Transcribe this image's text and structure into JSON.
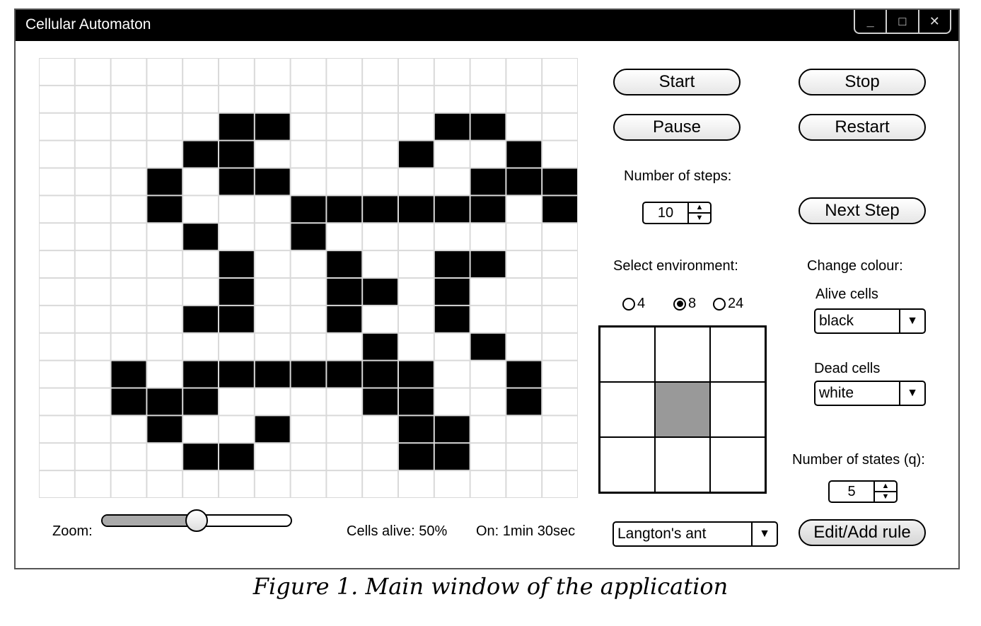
{
  "window": {
    "title": "Cellular Automaton",
    "controls": {
      "minimize": "_",
      "maximize": "□",
      "close": "✕"
    }
  },
  "grid": {
    "rows": 16,
    "cols": 15,
    "alive": [
      "...............",
      "...............",
      ".....##....##..",
      "....##....#..#.",
      "...#.##.....###",
      "...#...######.#",
      "....#..#.......",
      ".....#..#..##..",
      ".....#..##.#...",
      "....##..#..#...",
      ".........#..#..",
      "..#.#######..#.",
      "..###....##..#.",
      "...#..#...##...",
      "....##....##...",
      "..............."
    ],
    "alive_color": "#000000",
    "dead_color": "#ffffff",
    "line_color": "#d9d9d9"
  },
  "buttons": {
    "start": "Start",
    "stop": "Stop",
    "pause": "Pause",
    "restart": "Restart",
    "next_step": "Next Step",
    "edit_rule": "Edit/Add rule"
  },
  "steps": {
    "label": "Number of steps:",
    "value": "10"
  },
  "environment": {
    "label": "Select environment:",
    "options": [
      "4",
      "8",
      "24"
    ],
    "selected": "8"
  },
  "colour": {
    "label": "Change colour:",
    "alive_label": "Alive cells",
    "alive_value": "black",
    "dead_label": "Dead cells",
    "dead_value": "white"
  },
  "states": {
    "label": "Number of states (q):",
    "value": "5"
  },
  "rule_select": {
    "value": "Langton's ant"
  },
  "zoom": {
    "label": "Zoom:",
    "level": 0.5
  },
  "status": {
    "cells_alive": "Cells alive: 50%",
    "on_time": "On: 1min 30sec"
  },
  "caption": "Figure 1. Main window of the application",
  "icons": {
    "spin_up": "▲",
    "spin_down": "▼",
    "dropdown": "▼"
  }
}
